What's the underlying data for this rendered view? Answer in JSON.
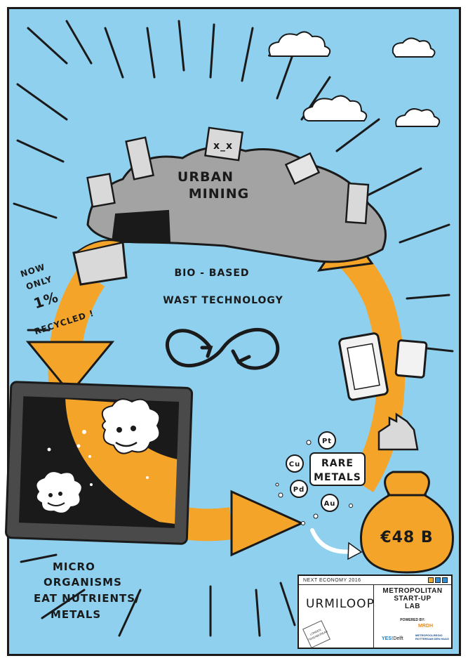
{
  "labels": {
    "urban_mining_line1": "URBAN",
    "urban_mining_line2": "MINING",
    "bio_based": "BIO - BASED",
    "wast_tech": "WAST TECHNOLOGY",
    "recycled_line1": "NOW",
    "recycled_line2": "ONLY",
    "recycled_line3": "1%",
    "recycled_line4": "RECYCLED !",
    "micro_line1": "MICRO",
    "micro_line2": "ORGANISMS",
    "micro_line3": "EAT NUTRIENTS/",
    "micro_line4": "METALS",
    "rare_line1": "RARE",
    "rare_line2": "METALS",
    "money": "€48 B"
  },
  "elements": {
    "pt": "Pt",
    "cu": "Cu",
    "pd": "Pd",
    "au": "Au"
  },
  "infobox": {
    "header": "NEXT ECONOMY 2016",
    "company": "URMILOOP",
    "lab_line1": "METROPOLITAN",
    "lab_line2": "START-UP",
    "lab_line3": "LAB",
    "powered_by": "POWERED BY:",
    "sponsor1_a": "YES!",
    "sponsor1_b": "Delft",
    "sponsor2": "MRDH",
    "sponsor2_sub": "METROPOOLREGIO ROTTERDAM DEN HAAG",
    "stamp_text": "LONDEN TEKENBUREAU",
    "square_colors": [
      "#e8a92d",
      "#2f8fd0",
      "#2f8fd0"
    ]
  },
  "colors": {
    "sky": "#8fd0ef",
    "arrow": "#f4a428",
    "rubble": "#a3a3a3",
    "ink": "#1a1a1a"
  }
}
